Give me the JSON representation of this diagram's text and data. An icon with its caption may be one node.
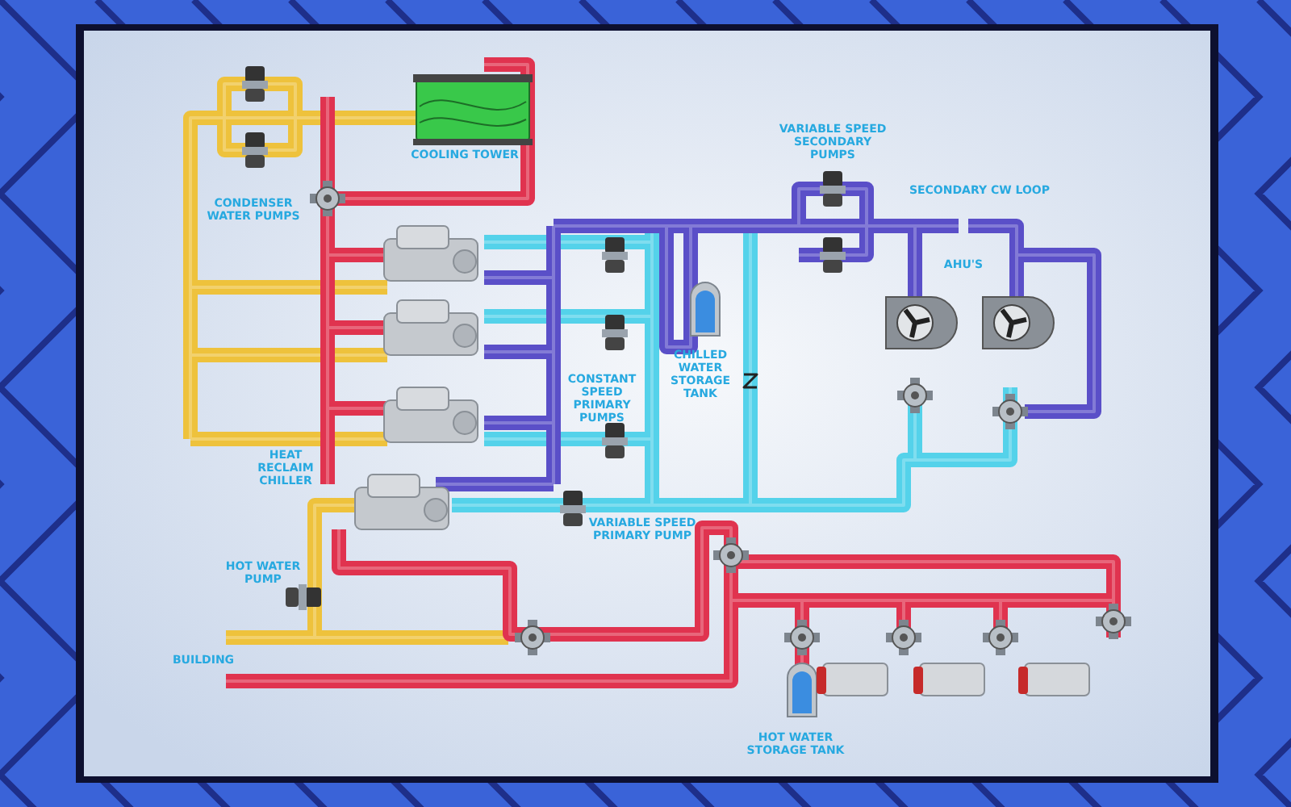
{
  "diagram": {
    "labels": [
      "VARIABLE SPEED SECONDARY PUMPS",
      "COOLING TOWER",
      "CONDENSER WATER PUMPS",
      "SECONDARY CW LOOP",
      "AHU'S",
      "CHILLED WATER STORAGE TANK",
      "CONSTANT SPEED PRIMARY PUMPS",
      "HEAT RECLAIM CHILLER",
      "VARIABLE SPEED PRIMARY PUMP",
      "HOT WATER PUMP",
      "BUILDING",
      "HOT WATER STORAGE TANK"
    ]
  }
}
